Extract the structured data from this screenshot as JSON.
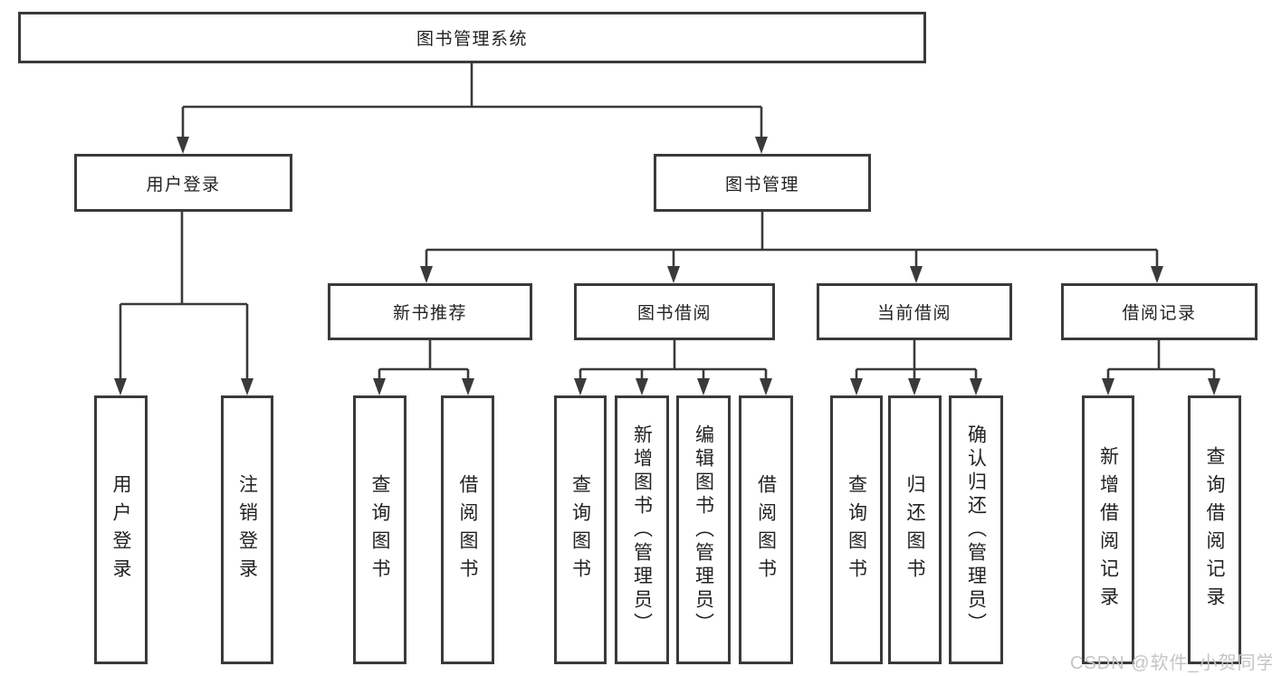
{
  "diagram": {
    "root": {
      "label": "图书管理系统"
    },
    "branches": [
      {
        "label": "用户登录",
        "leaves": [
          {
            "label": "用户登录"
          },
          {
            "label": "注销登录"
          }
        ]
      },
      {
        "label": "图书管理",
        "groups": [
          {
            "label": "新书推荐",
            "leaves": [
              {
                "label": "查询图书"
              },
              {
                "label": "借阅图书"
              }
            ]
          },
          {
            "label": "图书借阅",
            "leaves": [
              {
                "label": "查询图书"
              },
              {
                "label": "新增图书（管理员）"
              },
              {
                "label": "编辑图书（管理员）"
              },
              {
                "label": "借阅图书"
              }
            ]
          },
          {
            "label": "当前借阅",
            "leaves": [
              {
                "label": "查询图书"
              },
              {
                "label": "归还图书"
              },
              {
                "label": "确认归还（管理员）"
              }
            ]
          },
          {
            "label": "借阅记录",
            "leaves": [
              {
                "label": "新增借阅记录"
              },
              {
                "label": "查询借阅记录"
              }
            ]
          }
        ]
      }
    ]
  },
  "watermark": {
    "text": "CSDN @软件_小贺同学"
  },
  "colors": {
    "line": "#3a3a3a",
    "text": "#222222",
    "watermark": "#c5c5c5",
    "background": "#ffffff"
  }
}
